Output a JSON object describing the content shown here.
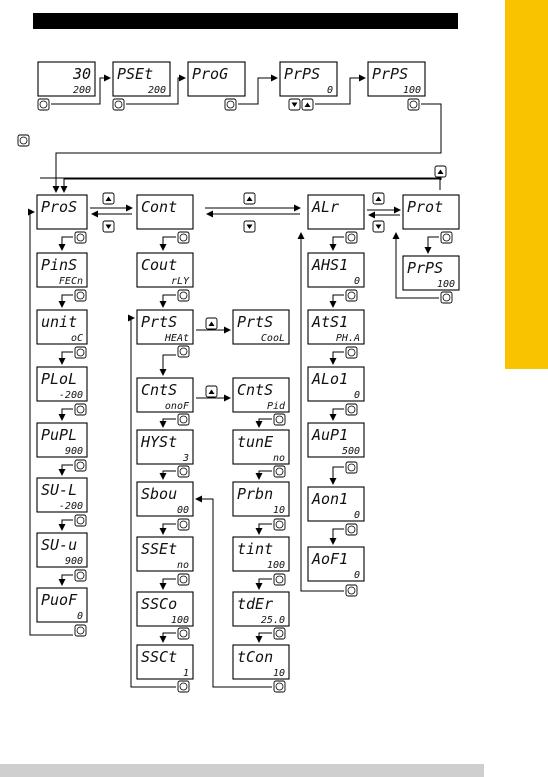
{
  "colors": {
    "accent": "#f9c300",
    "bar": "#000000",
    "footer": "#cfcfcf"
  },
  "icons": [
    "enter-button-icon",
    "up-button-icon",
    "down-button-icon"
  ],
  "displays": {
    "home": {
      "top": "30",
      "bottom": "200"
    },
    "pset": {
      "top": "PSEt",
      "bottom": "200"
    },
    "prog": {
      "top": "ProG",
      "bottom": ""
    },
    "prps0": {
      "top": "PrPS",
      "bottom": "0"
    },
    "prps100": {
      "top": "PrPS",
      "bottom": "100"
    },
    "pros": {
      "top": "ProS",
      "bottom": ""
    },
    "pins": {
      "top": "PinS",
      "bottom": "FECn"
    },
    "unit": {
      "top": "unit",
      "bottom": "oC"
    },
    "plol": {
      "top": "PLoL",
      "bottom": "-200"
    },
    "pupl": {
      "top": "PuPL",
      "bottom": "900"
    },
    "sul": {
      "top": "SU-L",
      "bottom": "-200"
    },
    "suu": {
      "top": "SU-u",
      "bottom": "900"
    },
    "puof": {
      "top": "PuoF",
      "bottom": "0"
    },
    "cont": {
      "top": "Cont",
      "bottom": ""
    },
    "cout": {
      "top": "Cout",
      "bottom": "rLY"
    },
    "prts_heat": {
      "top": "PrtS",
      "bottom": "HEAt"
    },
    "prts_cool": {
      "top": "PrtS",
      "bottom": "CooL"
    },
    "cnts_onof": {
      "top": "CntS",
      "bottom": "onoF"
    },
    "cnts_pid": {
      "top": "CntS",
      "bottom": "Pid"
    },
    "hyst": {
      "top": "HYSt",
      "bottom": "3"
    },
    "tune": {
      "top": "tunE",
      "bottom": "no"
    },
    "sbou": {
      "top": "Sbou",
      "bottom": "00"
    },
    "prbn": {
      "top": "Prbn",
      "bottom": "10"
    },
    "sset": {
      "top": "SSEt",
      "bottom": "no"
    },
    "tint": {
      "top": "tint",
      "bottom": "100"
    },
    "ssco": {
      "top": "SSCo",
      "bottom": "100"
    },
    "tder": {
      "top": "tdEr",
      "bottom": "25.0"
    },
    "ssct": {
      "top": "SSCt",
      "bottom": "1"
    },
    "tcon": {
      "top": "tCon",
      "bottom": "10"
    },
    "alr": {
      "top": "ALr",
      "bottom": ""
    },
    "ahs1": {
      "top": "AHS1",
      "bottom": "0"
    },
    "ats1": {
      "top": "AtS1",
      "bottom": "PH.A"
    },
    "alo1": {
      "top": "ALo1",
      "bottom": "0"
    },
    "aup1": {
      "top": "AuP1",
      "bottom": "500"
    },
    "aon1": {
      "top": "Aon1",
      "bottom": "0"
    },
    "aof1": {
      "top": "AoF1",
      "bottom": "0"
    },
    "prot": {
      "top": "Prot",
      "bottom": ""
    },
    "prot_prps": {
      "top": "PrPS",
      "bottom": "100"
    }
  }
}
